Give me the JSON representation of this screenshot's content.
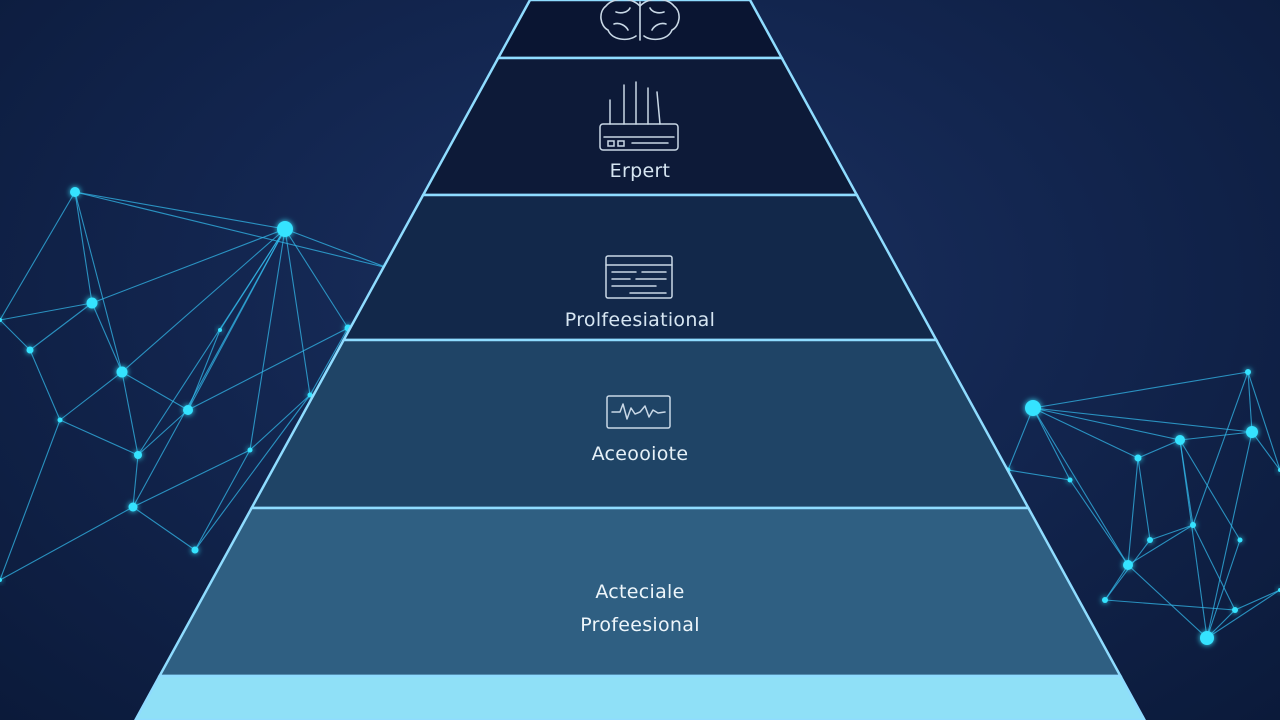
{
  "colors": {
    "background": "#132650",
    "node": "#36e3ff",
    "edge": "#33b7e8",
    "tier_border": "#8fdcff",
    "top_tier_fill": "#8fe0f7"
  },
  "tiers": [
    {
      "icon": "brain-icon",
      "lines": [],
      "fill": "#0a1532",
      "text_color": "#d7e6f2"
    },
    {
      "icon": "router-icon",
      "lines": [
        "Erpert"
      ],
      "fill": "#0d1a38",
      "text_color": "#d7e6f2"
    },
    {
      "icon": "document-icon",
      "lines": [
        "Prolfeesiational"
      ],
      "fill": "#12284a",
      "text_color": "#d7e6f2"
    },
    {
      "icon": "waveform-icon",
      "lines": [
        "Aceooiote"
      ],
      "fill": "#1f4466",
      "text_color": "#e6f1f8"
    },
    {
      "icon": "",
      "lines": [
        "Acteciale",
        "Profeesional"
      ],
      "fill": "#2f5f82",
      "text_color": "#eef6fb"
    },
    {
      "icon": "",
      "lines": [],
      "fill": "#8fe0f7",
      "text_color": "#0b1a3a"
    }
  ]
}
